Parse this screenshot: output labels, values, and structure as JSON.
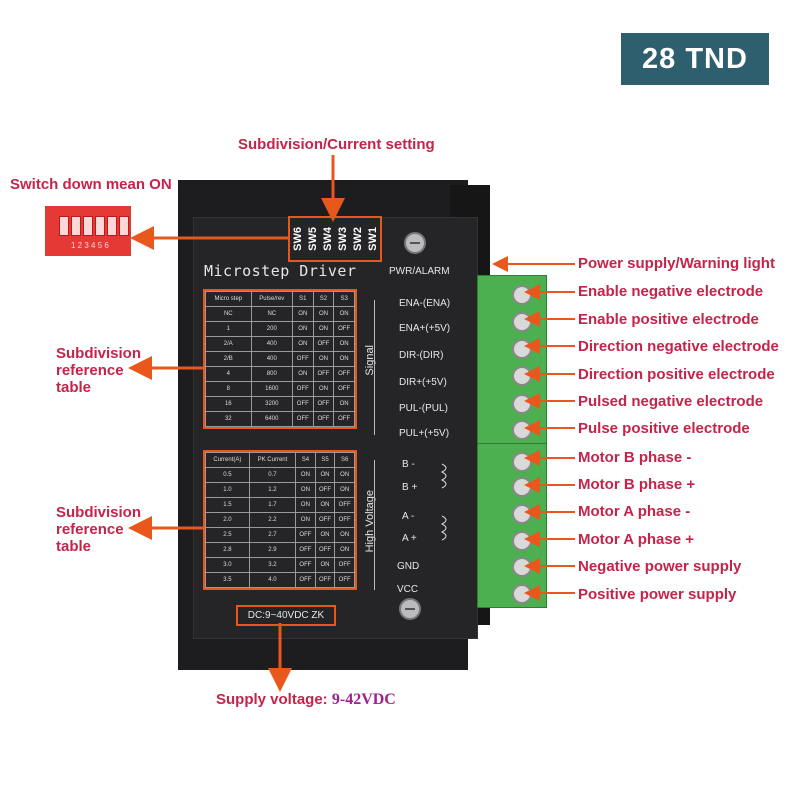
{
  "badge": "28 TND",
  "annotations": {
    "top": "Subdivision/Current setting",
    "switch": "Switch down mean ON",
    "sub_ref_1": "Subdivision reference table",
    "sub_ref_2": "Subdivision reference table",
    "supply_prefix": "Supply voltage:",
    "supply_value": "9-42VDC"
  },
  "right_labels": [
    "Power supply/Warning light",
    "Enable negative electrode",
    "Enable positive electrode",
    "Direction negative electrode",
    "Direction positive electrode",
    "Pulsed negative electrode",
    "Pulse positive electrode",
    "Motor B phase -",
    "Motor B phase +",
    "Motor A phase -",
    "Motor A phase +",
    "Negative power supply",
    "Positive power supply"
  ],
  "device": {
    "title": "Microstep Driver",
    "dip_switches": [
      "SW6",
      "SW5",
      "SW4",
      "SW3",
      "SW2",
      "SW1"
    ],
    "pwr_alarm": "PWR/ALARM",
    "signal_label": "Signal",
    "hv_label": "High Voltage",
    "signal_pins": [
      "ENA-(ENA)",
      "ENA+(+5V)",
      "DIR-(DIR)",
      "DIR+(+5V)",
      "PUL-(PUL)",
      "PUL+(+5V)"
    ],
    "hv_pins": [
      "B -",
      "B +",
      "A -",
      "A +",
      "GND",
      "VCC"
    ],
    "dc_label": "DC:9~40VDC  ZK",
    "dip_image_label": "1 2 3 4 5 6"
  },
  "table1": {
    "headers": [
      "Micro step",
      "Pulse/rev",
      "S1",
      "S2",
      "S3"
    ],
    "rows": [
      [
        "NC",
        "NC",
        "ON",
        "ON",
        "ON"
      ],
      [
        "1",
        "200",
        "ON",
        "ON",
        "OFF"
      ],
      [
        "2/A",
        "400",
        "ON",
        "OFF",
        "ON"
      ],
      [
        "2/B",
        "400",
        "OFF",
        "ON",
        "ON"
      ],
      [
        "4",
        "800",
        "ON",
        "OFF",
        "OFF"
      ],
      [
        "8",
        "1600",
        "OFF",
        "ON",
        "OFF"
      ],
      [
        "16",
        "3200",
        "OFF",
        "OFF",
        "ON"
      ],
      [
        "32",
        "6400",
        "OFF",
        "OFF",
        "OFF"
      ]
    ]
  },
  "table2": {
    "headers": [
      "Current(A)",
      "PK Current",
      "S4",
      "S5",
      "S6"
    ],
    "rows": [
      [
        "0.5",
        "0.7",
        "ON",
        "ON",
        "ON"
      ],
      [
        "1.0",
        "1.2",
        "ON",
        "OFF",
        "ON"
      ],
      [
        "1.5",
        "1.7",
        "ON",
        "ON",
        "OFF"
      ],
      [
        "2.0",
        "2.2",
        "ON",
        "OFF",
        "OFF"
      ],
      [
        "2.5",
        "2.7",
        "OFF",
        "ON",
        "ON"
      ],
      [
        "2.8",
        "2.9",
        "OFF",
        "OFF",
        "ON"
      ],
      [
        "3.0",
        "3.2",
        "OFF",
        "ON",
        "OFF"
      ],
      [
        "3.5",
        "4.0",
        "OFF",
        "OFF",
        "OFF"
      ]
    ]
  },
  "colors": {
    "accent": "#e8581c",
    "label": "#c4244a",
    "badge": "#2d5f6e",
    "terminal": "#4caf50"
  }
}
